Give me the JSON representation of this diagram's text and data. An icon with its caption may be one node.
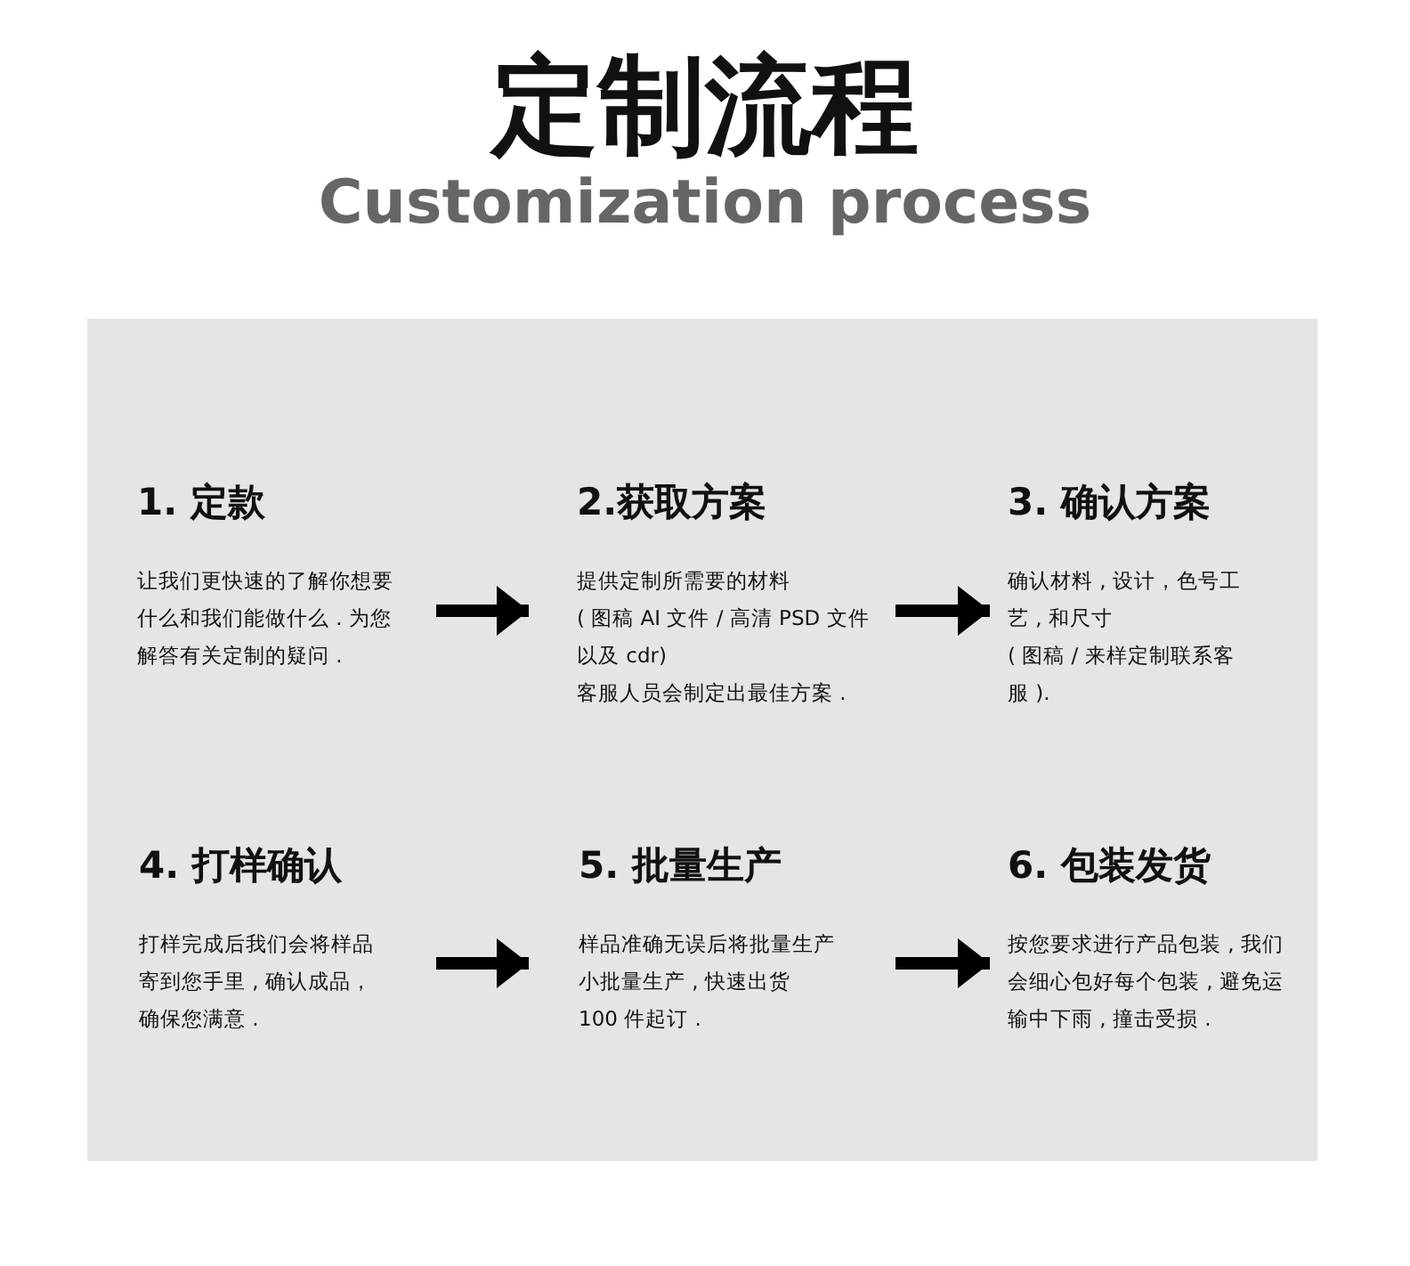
{
  "diagram": {
    "title": "定制流程",
    "nodes": [
      {
        "text": [
          "1. 定款",
          "让我们更快速的了解你想要什么和我们能做什么 . 为您解答有关定制的疑问 ."
        ]
      },
      {
        "text": [
          "2.获取方案",
          "提供定制所需要的材料",
          "( 图稿 AI 文件 / 高清 PSD 文件以及 cdr)",
          "客服人员会制定出最佳方案 ."
        ]
      },
      {
        "text": [
          "3. 确认方案",
          "确认材料 , 设计，色号工艺 , 和尺寸",
          "( 图稿 / 来样定制联系客服 )."
        ]
      },
      {
        "text": [
          "4. 打样确认",
          "打样完成后我们会将样品寄到您手里 , 确认成品，确保您满意 ."
        ]
      },
      {
        "text": [
          "5. 批量生产",
          "样品准确无误后将批量生产",
          "小批量生产 , 快速出货",
          "100 件起订 ."
        ]
      },
      {
        "text": [
          "6. 包装发货",
          "按您要求进行产品包装 , 我们会细心包好每个包装 , 避免运输中下雨 , 撞击受损 ."
        ]
      }
    ],
    "edges": [
      {
        "from": 0,
        "to": 1,
        "arrow": "to"
      },
      {
        "from": 1,
        "to": 2,
        "arrow": "to"
      },
      {
        "from": 3,
        "to": 4,
        "arrow": "to"
      },
      {
        "from": 4,
        "to": 5,
        "arrow": "to"
      }
    ],
    "labels": [
      "Customization process"
    ]
  }
}
